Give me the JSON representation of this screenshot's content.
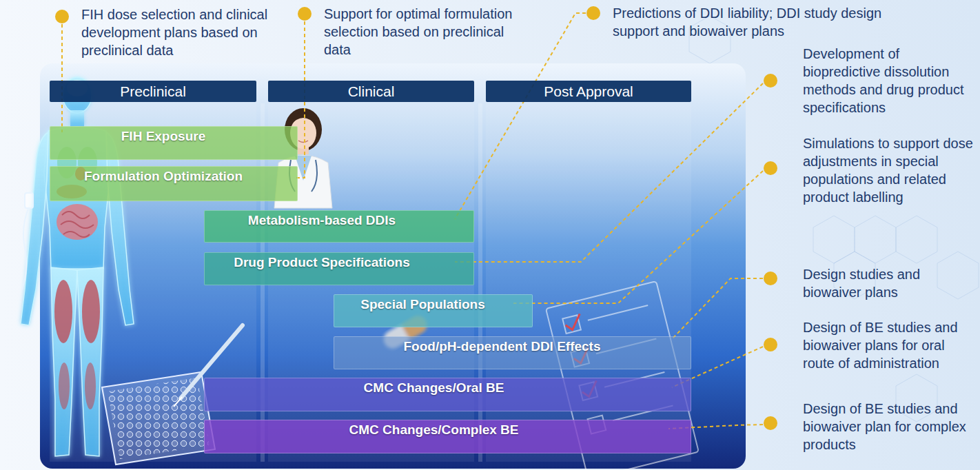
{
  "diagram": {
    "nodes": [
      {
        "text": [
          "Preclinical"
        ]
      },
      {
        "text": [
          "Clinical"
        ]
      },
      {
        "text": [
          "Post Approval"
        ]
      },
      {
        "text": [
          "FIH Exposure"
        ]
      },
      {
        "text": [
          "Formulation Optimization"
        ]
      },
      {
        "text": [
          "Metabolism-based DDIs"
        ]
      },
      {
        "text": [
          "Drug Product Specifications"
        ]
      },
      {
        "text": [
          "Special Populations"
        ]
      },
      {
        "text": [
          "Food/pH-dependent DDI Effects"
        ]
      },
      {
        "text": [
          "CMC Changes/Oral BE"
        ]
      },
      {
        "text": [
          "CMC Changes/Complex BE"
        ]
      }
    ],
    "labels": [
      "FIH dose selection and clinical development plans based on preclinical data",
      "Support for optimal formulation selection based on preclinical data",
      "Predictions of DDI liability; DDI study design support and biowaiver plans",
      "Development of biopredictive dissolution methods and drug product specifications",
      "Simulations to support dose adjustments in special populations and related product labelling",
      "Design studies and biowaiver plans",
      "Design of BE studies and biowaiver plans for oral route of administration",
      "Design of BE studies and biowaiver plan for complex products"
    ]
  }
}
